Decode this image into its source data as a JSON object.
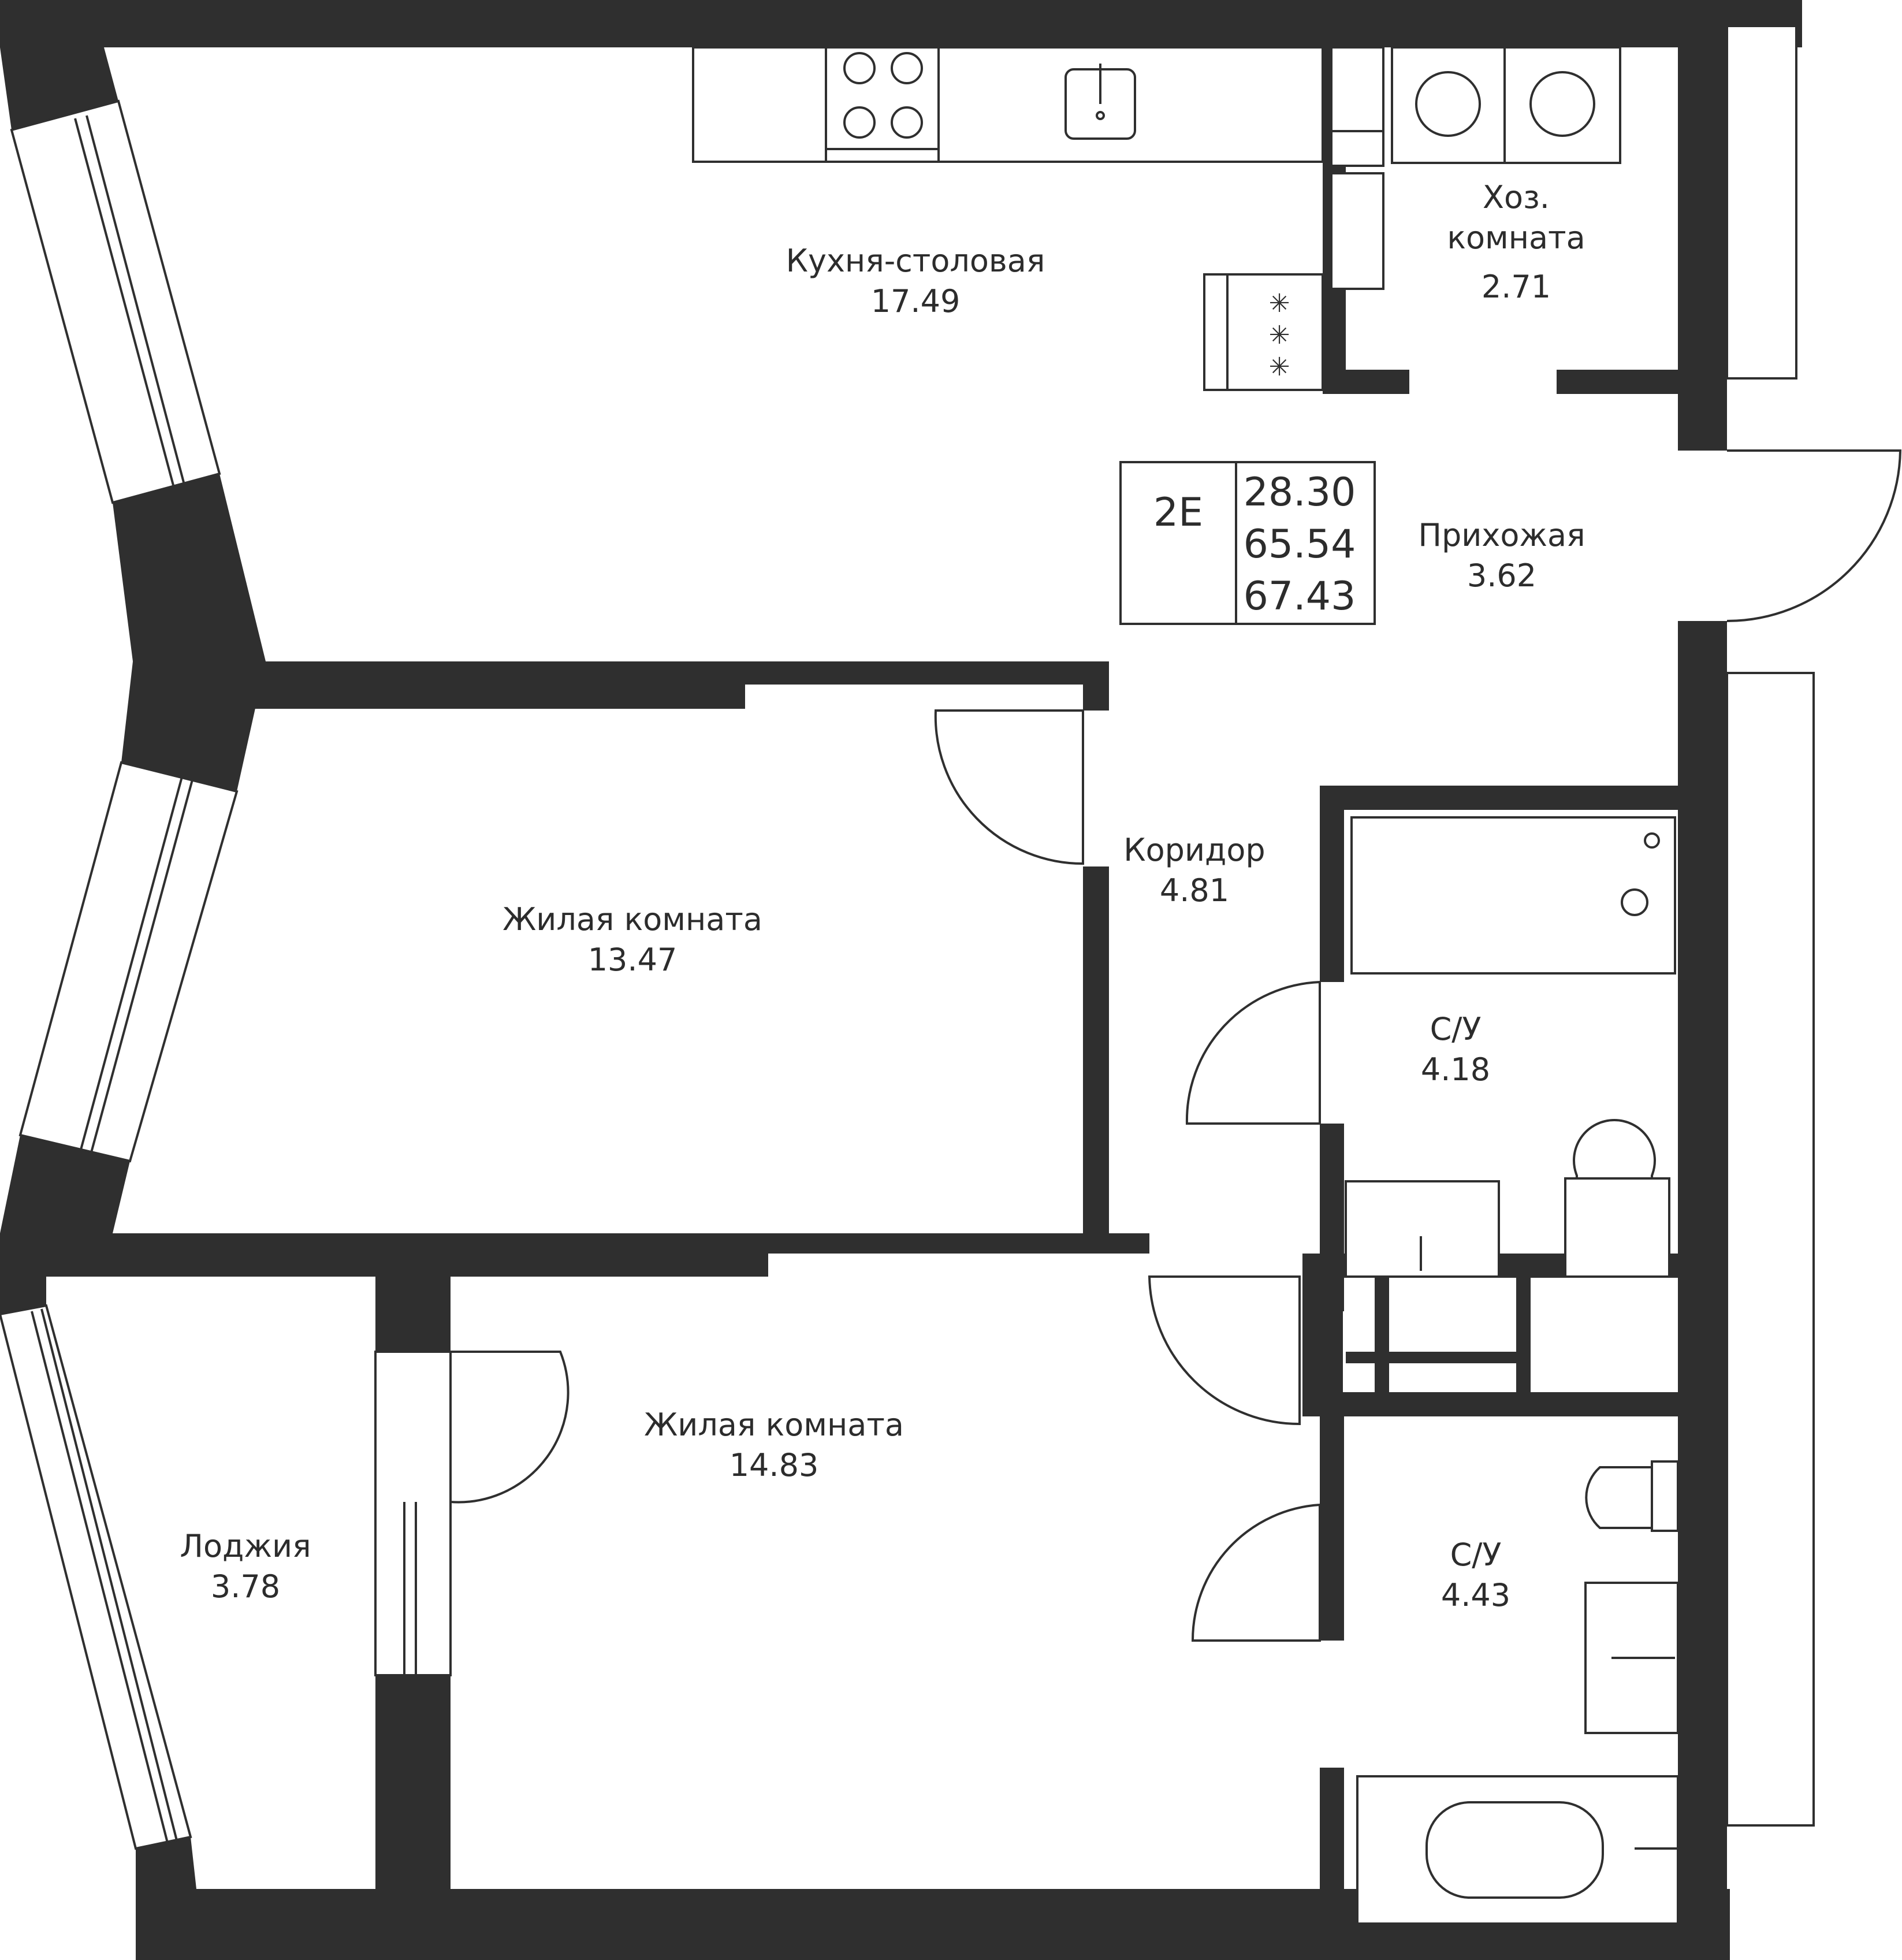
{
  "colors": {
    "wall": "#2f2f2f",
    "line": "#2f2f2f",
    "background": "#ffffff"
  },
  "rooms": [
    {
      "key": "kitchen",
      "name": "Кухня-столовая",
      "area": "17.49"
    },
    {
      "key": "utility",
      "name_line1": "Хоз.",
      "name_line2": "комната",
      "area": "2.71"
    },
    {
      "key": "hall",
      "name": "Прихожая",
      "area": "3.62"
    },
    {
      "key": "corridor",
      "name": "Коридор",
      "area": "4.81"
    },
    {
      "key": "living1",
      "name": "Жилая комната",
      "area": "13.47"
    },
    {
      "key": "bath1",
      "name": "С/У",
      "area": "4.18"
    },
    {
      "key": "living2",
      "name": "Жилая комната",
      "area": "14.83"
    },
    {
      "key": "loggia",
      "name": "Лоджия",
      "area": "3.78"
    },
    {
      "key": "bath2",
      "name": "С/У",
      "area": "4.43"
    }
  ],
  "apartment": {
    "type": "2E",
    "areas": [
      "28.30",
      "65.54",
      "67.43"
    ]
  }
}
